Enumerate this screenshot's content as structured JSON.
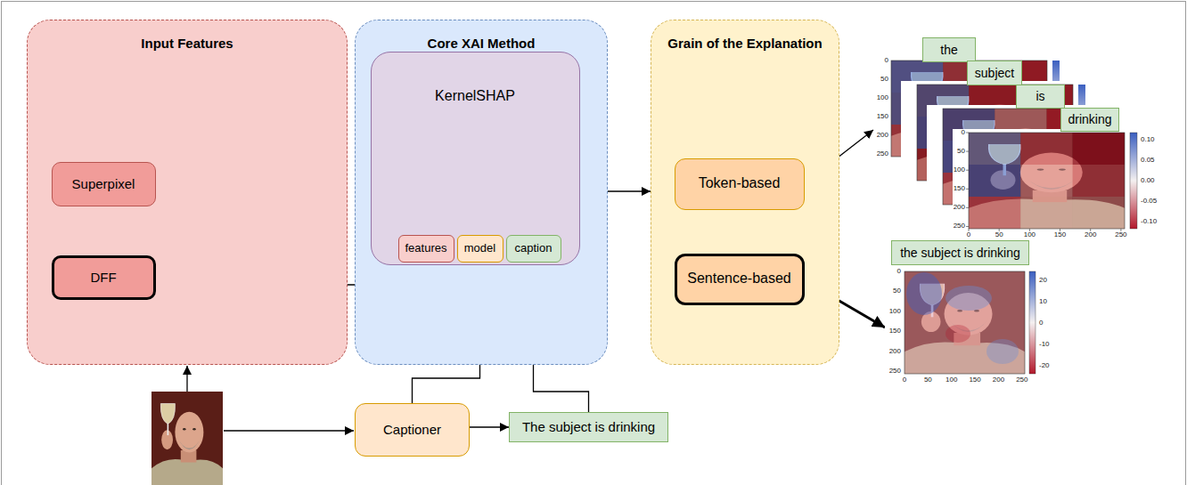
{
  "diagram": {
    "nodes": [
      {
        "text": [
          "Input Features"
        ]
      },
      {
        "text": [
          "Superpixel"
        ],
        "in": 0
      },
      {
        "text": [
          "DFF"
        ],
        "in": 0
      },
      {
        "text": [
          "Core XAI Method"
        ]
      },
      {
        "text": [
          "KernelSHAP"
        ],
        "in": 3
      },
      {
        "text": [
          "features"
        ],
        "in": 4
      },
      {
        "text": [
          "model"
        ],
        "in": 4
      },
      {
        "text": [
          "caption"
        ],
        "in": 4
      },
      {
        "text": [
          "Grain of the Explanation"
        ]
      },
      {
        "text": [
          "Token-based"
        ],
        "in": 8
      },
      {
        "text": [
          "Sentence-based"
        ],
        "in": 8
      },
      {
        "text": [
          "the"
        ]
      },
      {
        "text": [
          "subject"
        ]
      },
      {
        "text": [
          "is"
        ]
      },
      {
        "text": [
          "drinking"
        ]
      },
      {
        "text": [
          "the subject is drinking"
        ]
      },
      {
        "text": [
          "Captioner"
        ]
      },
      {
        "text": [
          "The subject is drinking"
        ]
      }
    ],
    "edges": [
      {
        "from": 0,
        "to": 5,
        "arrow": "to"
      },
      {
        "from": 16,
        "to": 6,
        "arrow": "to"
      },
      {
        "from": 16,
        "to": 17,
        "arrow": "to"
      },
      {
        "from": 17,
        "to": 7,
        "arrow": "to"
      },
      {
        "from": 3,
        "to": 8,
        "arrow": "to"
      }
    ],
    "labels": [
      "0",
      "50",
      "100",
      "150",
      "200",
      "250",
      "0",
      "50",
      "100",
      "150",
      "200",
      "250",
      "0",
      "50",
      "100",
      "150",
      "200",
      "250",
      "0.10",
      "0.05",
      "0.00",
      "-0.05",
      "-0.10",
      "0",
      "50",
      "100",
      "150",
      "200",
      "250",
      "0",
      "50",
      "100",
      "150",
      "200",
      "250",
      "20",
      "10",
      "0",
      "-10",
      "-20"
    ]
  }
}
